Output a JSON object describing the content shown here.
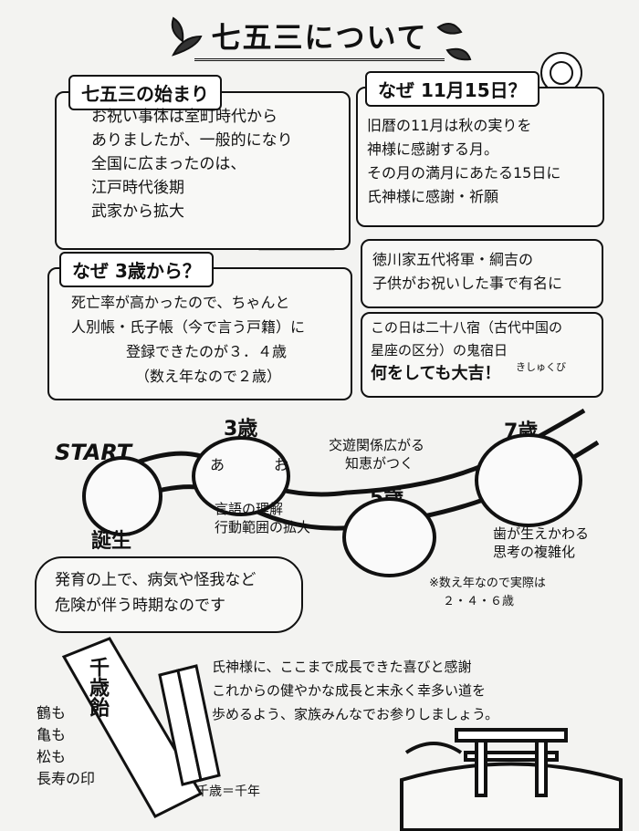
{
  "title": "七五三について",
  "origin": {
    "heading": "七五三の始まり",
    "lines": [
      "お祝い事体は室町時代から",
      "ありましたが、一般的になり",
      "全国に広まったのは、",
      "江戸時代後期",
      "武家から拡大"
    ]
  },
  "why_date": {
    "heading": "なぜ 11月15日？",
    "lines": [
      "旧暦の11月は秋の実りを",
      "神様に感謝する月。",
      "その月の満月にあたる15日に",
      "氏神様に感謝・祈願"
    ],
    "tokugawa_lines": [
      "徳川家五代将軍・綱吉の",
      "子供がお祝いした事で有名に"
    ],
    "lucky_lines": [
      "この日は二十八宿（古代中国の",
      "星座の区分）の鬼宿日",
      "何をしても大吉！"
    ],
    "ruby": "きしゅくび"
  },
  "why_three": {
    "heading": "なぜ 3歳から？",
    "lines": [
      "死亡率が高かったので、ちゃんと",
      "人別帳・氏子帳（今で言う戸籍）に",
      "登録できたのが３．４歳",
      "（数え年なので２歳）"
    ]
  },
  "timeline": {
    "start": "START",
    "birth": "誕生",
    "age3": "3歳",
    "age3_bubbles": [
      "あ",
      "お"
    ],
    "age3_note": [
      "言語の理解",
      "行動範囲の拡大"
    ],
    "age5": "5歳",
    "age5_note": [
      "交遊関係広がる",
      "知恵がつく"
    ],
    "age7": "7歳",
    "age7_note": [
      "歯が生えかわる",
      "思考の複雑化"
    ]
  },
  "danger_lines": [
    "発育の上で、病気や怪我など",
    "危険が伴う時期なのです"
  ],
  "age_note": [
    "※数え年なので実際は",
    "２・４・６歳"
  ],
  "closing_lines": [
    "氏神様に、ここまで成長できた喜びと感謝",
    "これからの健やかな成長と末永く幸多い道を",
    "歩めるよう、家族みんなでお参りしましょう。"
  ],
  "chitose": {
    "bag": "千歳飴",
    "longevity": [
      "鶴も",
      "亀も",
      "松も",
      "長寿の印"
    ],
    "meaning": "千歳＝千年"
  }
}
